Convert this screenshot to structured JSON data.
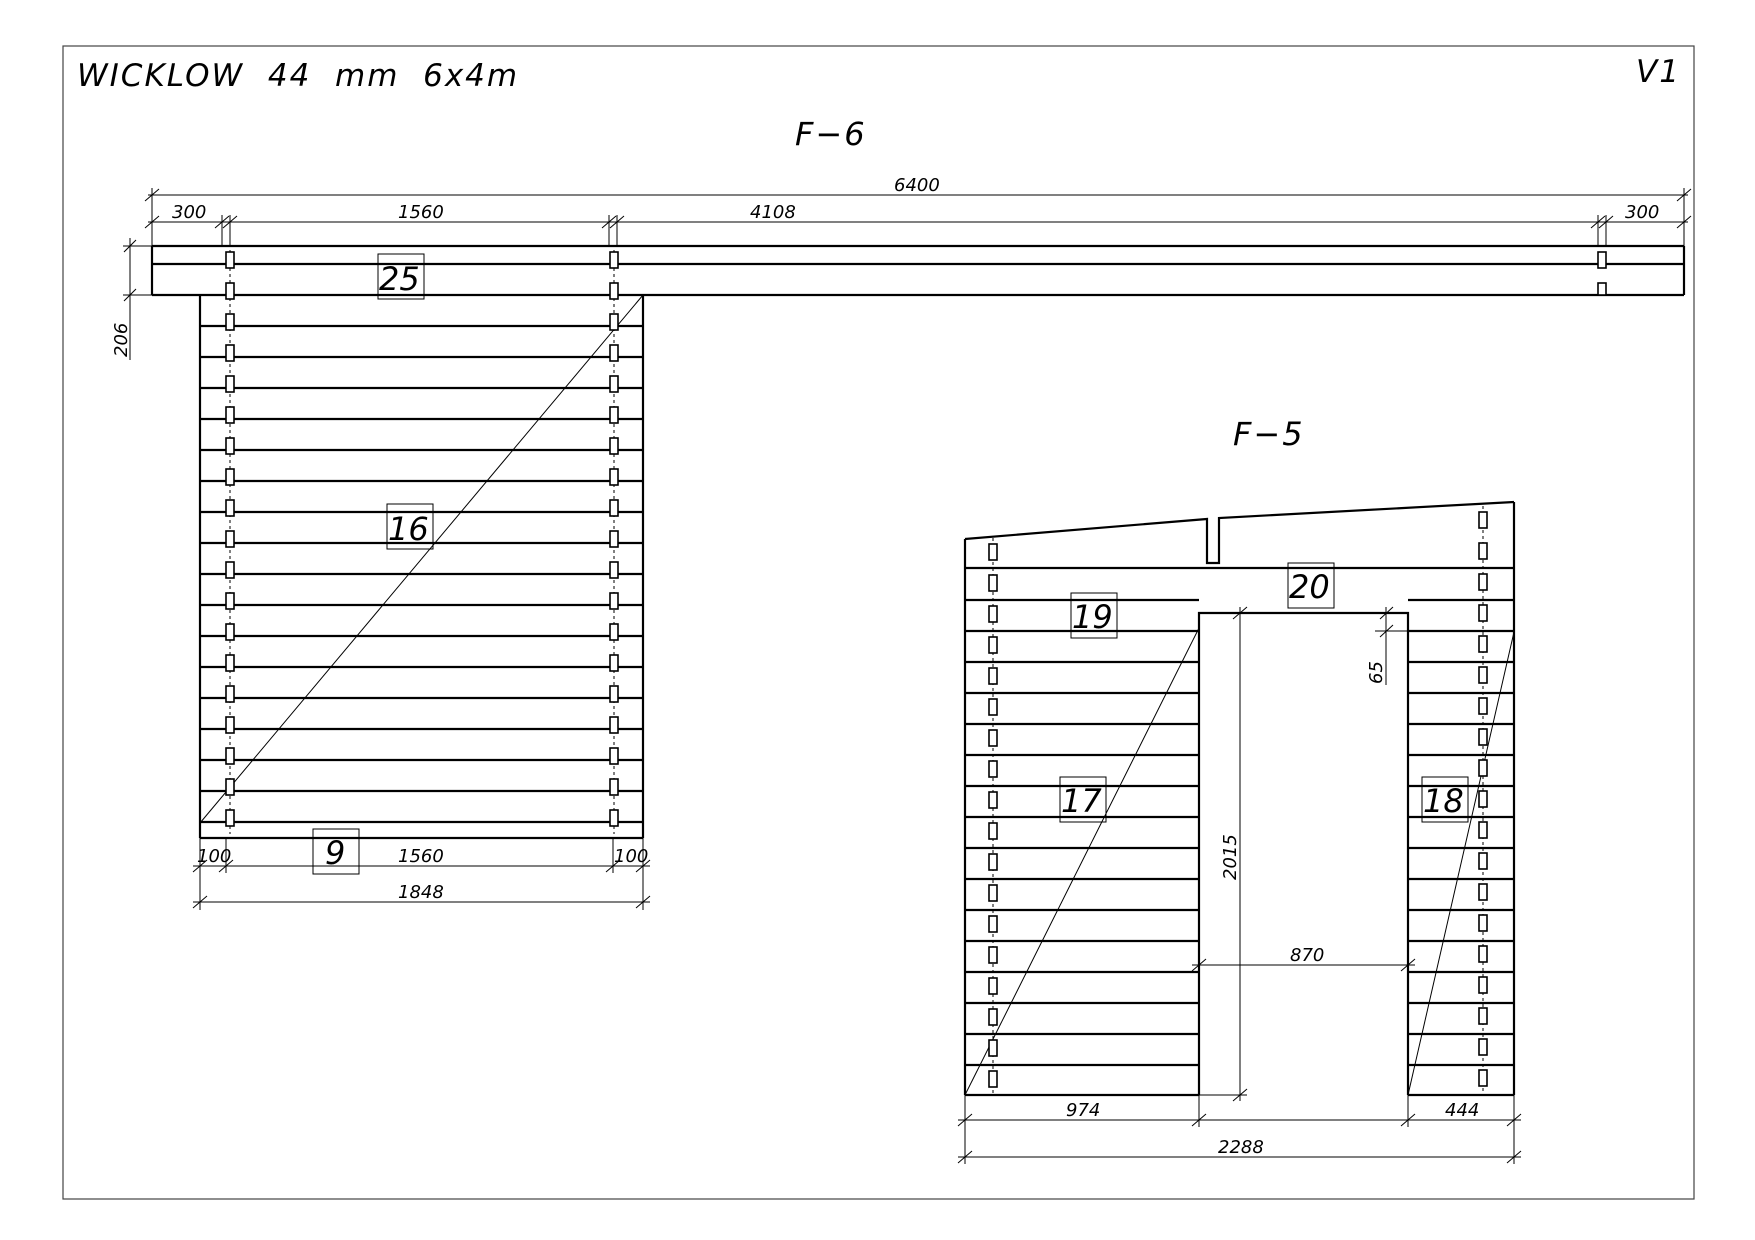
{
  "drawing": {
    "title": "WICKLOW  44  mm  6x4m",
    "version": "V1"
  },
  "view_f6": {
    "label": "F−6",
    "dimensions": {
      "overall_width": "6400",
      "left_offset": "300",
      "dowel_spacing_top": "1560",
      "right_segment": "4108",
      "right_offset": "300",
      "beam_height": "206",
      "bottom_left": "100",
      "bottom_middle": "1560",
      "bottom_right": "100",
      "bottom_total": "1848"
    },
    "parts": {
      "beam": "25",
      "wall": "16",
      "bottom_board": "9"
    }
  },
  "view_f5": {
    "label": "F−5",
    "dimensions": {
      "door_height": "2015",
      "door_width": "870",
      "header_gap": "65",
      "left_width": "974",
      "right_width": "444",
      "total_width": "2288"
    },
    "parts": {
      "header": "20",
      "left_top": "19",
      "left_wall": "17",
      "right_wall": "18"
    }
  }
}
